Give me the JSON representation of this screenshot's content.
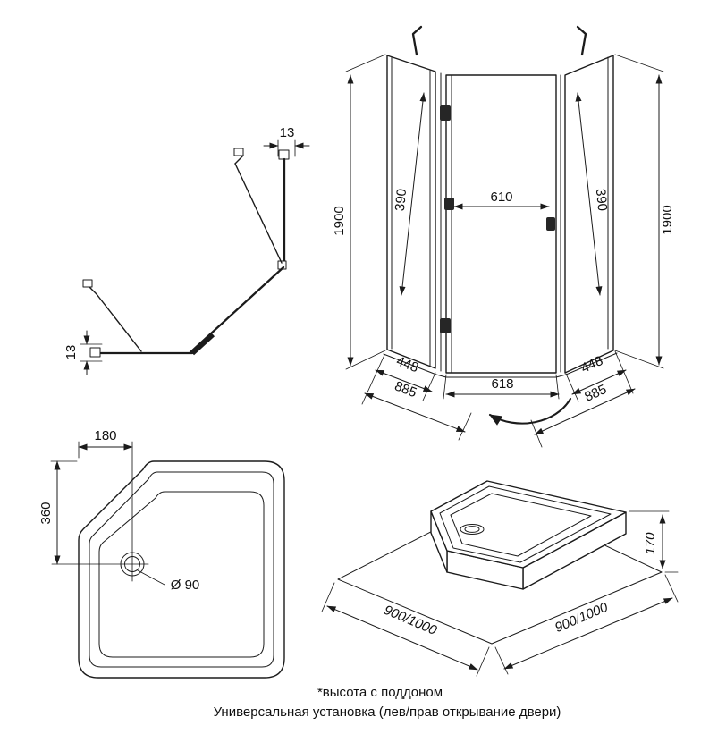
{
  "page": {
    "background": "#ffffff",
    "ink": "#1b1b1b"
  },
  "views": {
    "profile_top": {
      "dim_top_mm": "13",
      "dim_side_mm": "13"
    },
    "enclosure_3d": {
      "dim_height_left_mm": "1900",
      "dim_height_right_mm": "1900",
      "dim_left_panel_mm": "390",
      "dim_door_mm": "610",
      "dim_right_panel_mm": "390",
      "dim_front_left_mm": "448",
      "dim_front_center_mm": "618",
      "dim_front_right_mm": "448",
      "dim_side_left_mm": "885",
      "dim_side_right_mm": "885"
    },
    "tray_top": {
      "dim_drain_x_mm": "180",
      "dim_drain_y_mm": "360",
      "dim_drain_diameter": "Ø 90"
    },
    "tray_3d": {
      "dim_height_mm": "170",
      "dim_side_left_mm": "900/1000",
      "dim_side_right_mm": "900/1000"
    }
  },
  "footer": {
    "note_height": "*высота с поддоном",
    "note_installation": "Универсальная установка (лев/прав открывание двери)"
  }
}
